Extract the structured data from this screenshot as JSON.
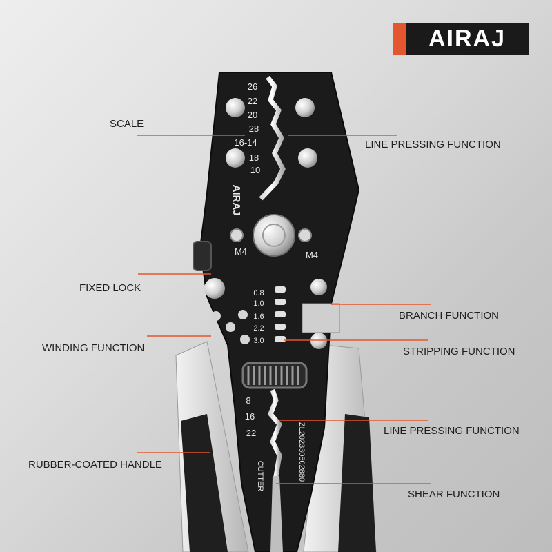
{
  "brand": {
    "name": "AIRAJ",
    "accent": "#e4572e"
  },
  "tool": {
    "jaw_brand": "AIRAJ",
    "upper_scale": [
      "26",
      "22",
      "20",
      "28",
      "16-14",
      "18",
      "10"
    ],
    "screw_labels": [
      "M4",
      "M4"
    ],
    "strip_scale": [
      "0.8",
      "1.0",
      "1.6",
      "2.2",
      "3.0"
    ],
    "lower_scale": [
      "8",
      "16",
      "22"
    ],
    "patent": "ZL202330802880",
    "cutter_text": "CUTTER"
  },
  "callouts": [
    {
      "id": "scale",
      "text": "SCALE"
    },
    {
      "id": "line-pressing-1",
      "text": "LINE PRESSING FUNCTION"
    },
    {
      "id": "fixed-lock",
      "text": "FIXED LOCK"
    },
    {
      "id": "branch",
      "text": "BRANCH FUNCTION"
    },
    {
      "id": "winding",
      "text": "WINDING FUNCTION"
    },
    {
      "id": "stripping",
      "text": "STRIPPING FUNCTION"
    },
    {
      "id": "line-pressing-2",
      "text": "LINE PRESSING FUNCTION"
    },
    {
      "id": "rubber-handle",
      "text": "RUBBER-COATED HANDLE"
    },
    {
      "id": "shear",
      "text": "SHEAR FUNCTION"
    }
  ]
}
